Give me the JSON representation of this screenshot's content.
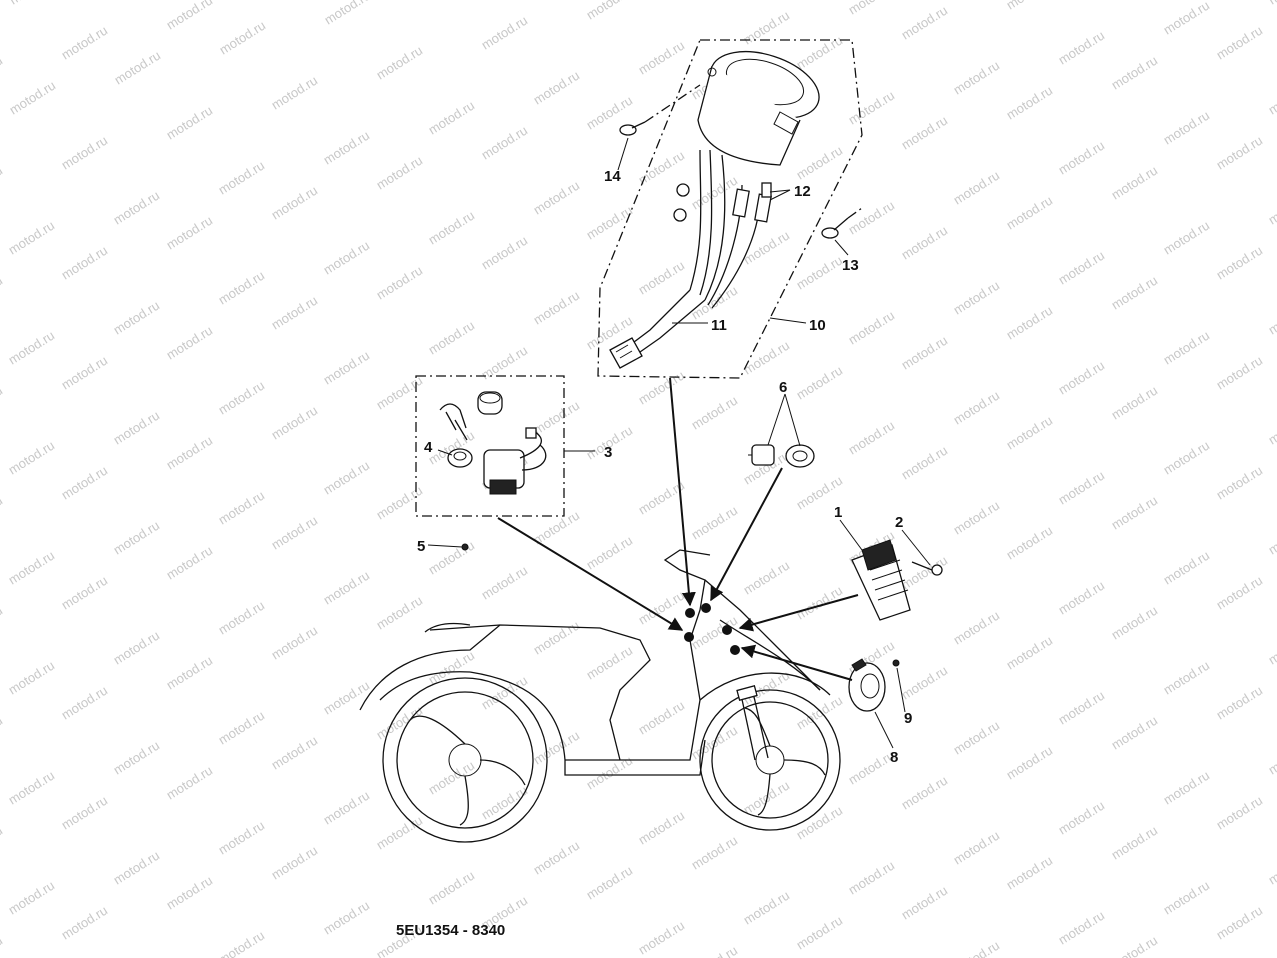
{
  "watermark": "motod.ru",
  "drawing_code": "5EU1354 - 8340",
  "callouts": {
    "c1": "1",
    "c2": "2",
    "c3": "3",
    "c4": "4",
    "c5": "5",
    "c6": "6",
    "c8": "8",
    "c9": "9",
    "c10": "10",
    "c11": "11",
    "c12": "12",
    "c13": "13",
    "c14": "14"
  }
}
